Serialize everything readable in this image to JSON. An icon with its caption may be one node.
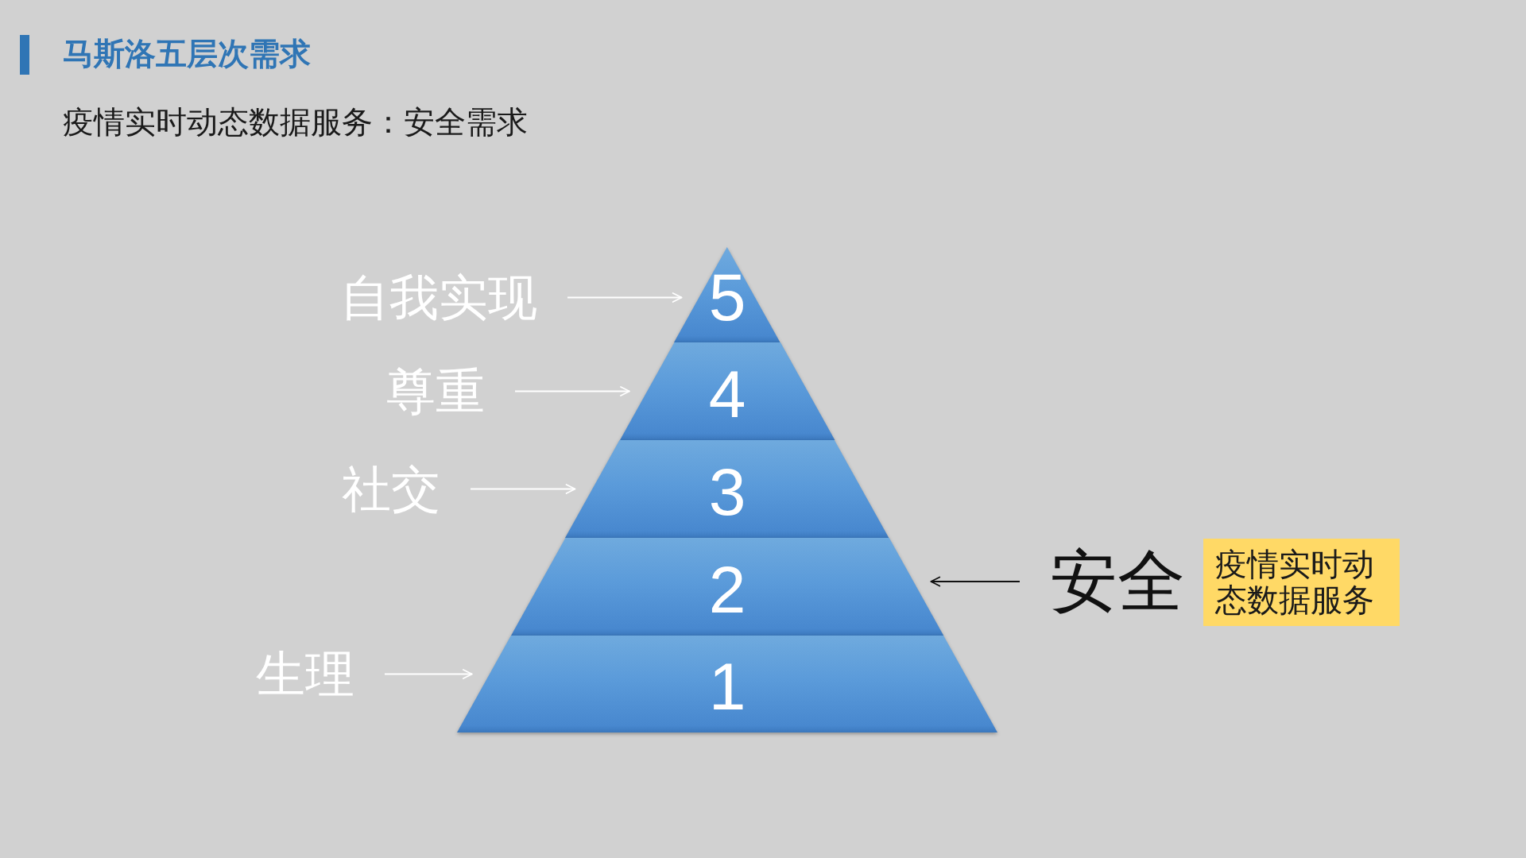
{
  "diagram": {
    "title": "马斯洛五层次需求",
    "nodes": [
      {
        "text": [
          "自我实现"
        ]
      },
      {
        "text": [
          "5"
        ]
      },
      {
        "text": [
          "尊重"
        ]
      },
      {
        "text": [
          "4"
        ]
      },
      {
        "text": [
          "社交"
        ]
      },
      {
        "text": [
          "3"
        ]
      },
      {
        "text": [
          "2"
        ]
      },
      {
        "text": [
          "安全"
        ]
      },
      {
        "text": [
          "疫情实时动态数据服务"
        ]
      },
      {
        "text": [
          "生理"
        ]
      },
      {
        "text": [
          "1"
        ]
      }
    ],
    "edges": [
      {
        "from": 0,
        "to": 1,
        "arrow": "to"
      },
      {
        "from": 2,
        "to": 3,
        "arrow": "to"
      },
      {
        "from": 4,
        "to": 5,
        "arrow": "to"
      },
      {
        "from": 7,
        "to": 6,
        "arrow": "to",
        "color": "#111111"
      },
      {
        "from": 9,
        "to": 10,
        "arrow": "to"
      }
    ],
    "labels": [
      "疫情实时动态数据服务：安全需求"
    ]
  }
}
